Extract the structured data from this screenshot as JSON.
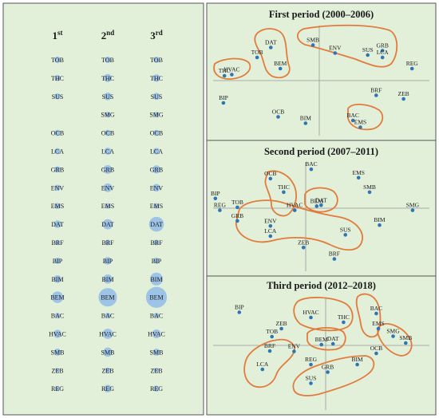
{
  "colors": {
    "panel_bg": "#e2efd9",
    "border": "#555555",
    "bubble": "#9dc3e6",
    "dot": "#2e75b6",
    "outline": "#e27b3b",
    "text": "#1a1a1a",
    "axis": "#999999"
  },
  "left_panel": {
    "columns": [
      {
        "base": "1",
        "sup": "st",
        "sizes": [
          0.24,
          0.24,
          0.24,
          0,
          0.24,
          0.24,
          0.24,
          0.24,
          0.24,
          0.3,
          0.2,
          0.24,
          0.3,
          0.45,
          0.22,
          0.32,
          0.28,
          0.18,
          0.2
        ]
      },
      {
        "base": "2",
        "sup": "nd",
        "sizes": [
          0.24,
          0.32,
          0.3,
          0.22,
          0.24,
          0.28,
          0.34,
          0.34,
          0.22,
          0.4,
          0.22,
          0.3,
          0.36,
          0.72,
          0.22,
          0.4,
          0.36,
          0.22,
          0.3
        ]
      },
      {
        "base": "3",
        "sup": "rd",
        "sizes": [
          0.24,
          0.3,
          0.28,
          0.22,
          0.24,
          0.26,
          0.32,
          0.3,
          0.22,
          0.58,
          0.22,
          0.24,
          0.5,
          0.82,
          0.22,
          0.34,
          0.28,
          0.2,
          0.24
        ]
      }
    ],
    "rows": [
      "TOB",
      "THC",
      "SUS",
      "SMG",
      "OCB",
      "LCA",
      "GRB",
      "ENV",
      "EMS",
      "DAT",
      "BRF",
      "BIP",
      "BIM",
      "BEM",
      "BAC",
      "HVAC",
      "SMB",
      "ZEB",
      "REG"
    ]
  },
  "maps": [
    {
      "title": "First period (2000–2006)",
      "points": [
        {
          "label": "DAT",
          "x": -0.46,
          "y": 0.83
        },
        {
          "label": "TOB",
          "x": -0.59,
          "y": 0.58
        },
        {
          "label": "BEM",
          "x": -0.37,
          "y": 0.3
        },
        {
          "label": "HVAC",
          "x": -0.83,
          "y": 0.15
        },
        {
          "label": "THC",
          "x": -0.9,
          "y": 0.12
        },
        {
          "label": "SMB",
          "x": -0.06,
          "y": 0.89
        },
        {
          "label": "ENV",
          "x": 0.15,
          "y": 0.69
        },
        {
          "label": "SUS",
          "x": 0.46,
          "y": 0.64
        },
        {
          "label": "GRB",
          "x": 0.6,
          "y": 0.75
        },
        {
          "label": "LCA",
          "x": 0.6,
          "y": 0.58
        },
        {
          "label": "REG",
          "x": 0.88,
          "y": 0.3
        },
        {
          "label": "BIP",
          "x": -0.91,
          "y": -0.56
        },
        {
          "label": "BRF",
          "x": 0.54,
          "y": -0.37
        },
        {
          "label": "ZEB",
          "x": 0.8,
          "y": -0.46
        },
        {
          "label": "OCB",
          "x": -0.39,
          "y": -0.91
        },
        {
          "label": "BIM",
          "x": -0.13,
          "y": -1.07
        },
        {
          "label": "BAC",
          "x": 0.32,
          "y": -1.0
        },
        {
          "label": "EMS",
          "x": 0.39,
          "y": -1.17
        }
      ]
    },
    {
      "title": "Second period (2007–2011)",
      "points": [
        {
          "label": "BAC",
          "x": 0.05,
          "y": 0.92
        },
        {
          "label": "EMS",
          "x": 0.48,
          "y": 0.72
        },
        {
          "label": "SMB",
          "x": 0.58,
          "y": 0.38
        },
        {
          "label": "OCB",
          "x": -0.32,
          "y": 0.7
        },
        {
          "label": "THC",
          "x": -0.2,
          "y": 0.38
        },
        {
          "label": "BIP",
          "x": -0.82,
          "y": 0.23
        },
        {
          "label": "TOB",
          "x": -0.62,
          "y": 0.02
        },
        {
          "label": "REG",
          "x": -0.78,
          "y": -0.05
        },
        {
          "label": "HVAC",
          "x": -0.1,
          "y": -0.05
        },
        {
          "label": "BEM",
          "x": 0.1,
          "y": 0.05
        },
        {
          "label": "DAT",
          "x": 0.14,
          "y": 0.07
        },
        {
          "label": "SMG",
          "x": 0.97,
          "y": -0.05
        },
        {
          "label": "GRB",
          "x": -0.62,
          "y": -0.3
        },
        {
          "label": "ENV",
          "x": -0.32,
          "y": -0.42
        },
        {
          "label": "BIM",
          "x": 0.67,
          "y": -0.4
        },
        {
          "label": "LCA",
          "x": -0.32,
          "y": -0.66
        },
        {
          "label": "SUS",
          "x": 0.36,
          "y": -0.63
        },
        {
          "label": "ZEB",
          "x": -0.02,
          "y": -0.93
        },
        {
          "label": "BRF",
          "x": 0.26,
          "y": -1.2
        }
      ]
    },
    {
      "title": "Third period (2012–2018)",
      "points": [
        {
          "label": "BIP",
          "x": -0.82,
          "y": 0.83
        },
        {
          "label": "HVAC",
          "x": -0.14,
          "y": 0.7
        },
        {
          "label": "THC",
          "x": 0.17,
          "y": 0.58
        },
        {
          "label": "BAC",
          "x": 0.48,
          "y": 0.8
        },
        {
          "label": "EMS",
          "x": 0.5,
          "y": 0.42
        },
        {
          "label": "ZEB",
          "x": -0.42,
          "y": 0.42
        },
        {
          "label": "TOB",
          "x": -0.51,
          "y": 0.22
        },
        {
          "label": "SMG",
          "x": 0.64,
          "y": 0.23
        },
        {
          "label": "SMB",
          "x": 0.76,
          "y": 0.06
        },
        {
          "label": "BEM",
          "x": -0.04,
          "y": 0.02
        },
        {
          "label": "DAT",
          "x": 0.07,
          "y": 0.04
        },
        {
          "label": "BRF",
          "x": -0.53,
          "y": -0.14
        },
        {
          "label": "ENV",
          "x": -0.3,
          "y": -0.15
        },
        {
          "label": "OCB",
          "x": 0.48,
          "y": -0.2
        },
        {
          "label": "REG",
          "x": -0.14,
          "y": -0.48
        },
        {
          "label": "BIM",
          "x": 0.3,
          "y": -0.48
        },
        {
          "label": "LCA",
          "x": -0.6,
          "y": -0.6
        },
        {
          "label": "GRB",
          "x": 0.02,
          "y": -0.67
        },
        {
          "label": "SUS",
          "x": -0.14,
          "y": -0.95
        }
      ]
    }
  ]
}
